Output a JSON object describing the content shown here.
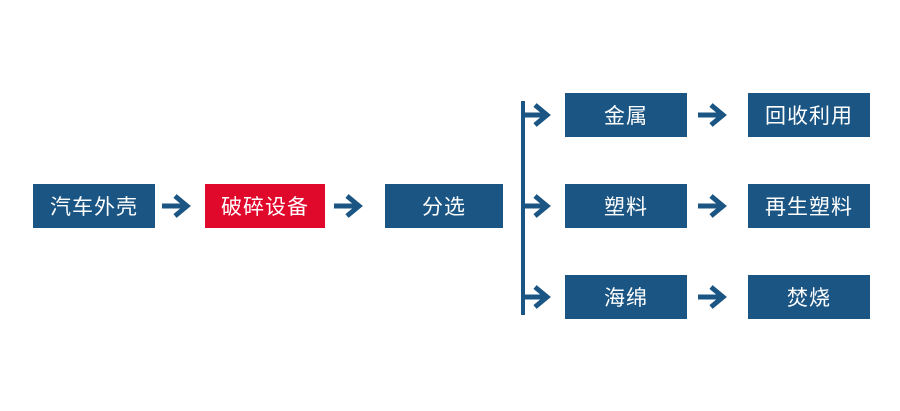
{
  "diagram": {
    "type": "flowchart",
    "background": "#ffffff",
    "colors": {
      "primary_blue": "#1b5583",
      "highlight_red": "#e0092c",
      "node_text": "#ffffff"
    },
    "flow": {
      "source": "汽车外壳",
      "process": "破碎设备",
      "sorter": "分选",
      "branches": [
        {
          "material": "金属",
          "outcome": "回收利用"
        },
        {
          "material": "塑料",
          "outcome": "再生塑料"
        },
        {
          "material": "海绵",
          "outcome": "焚烧"
        }
      ]
    }
  }
}
